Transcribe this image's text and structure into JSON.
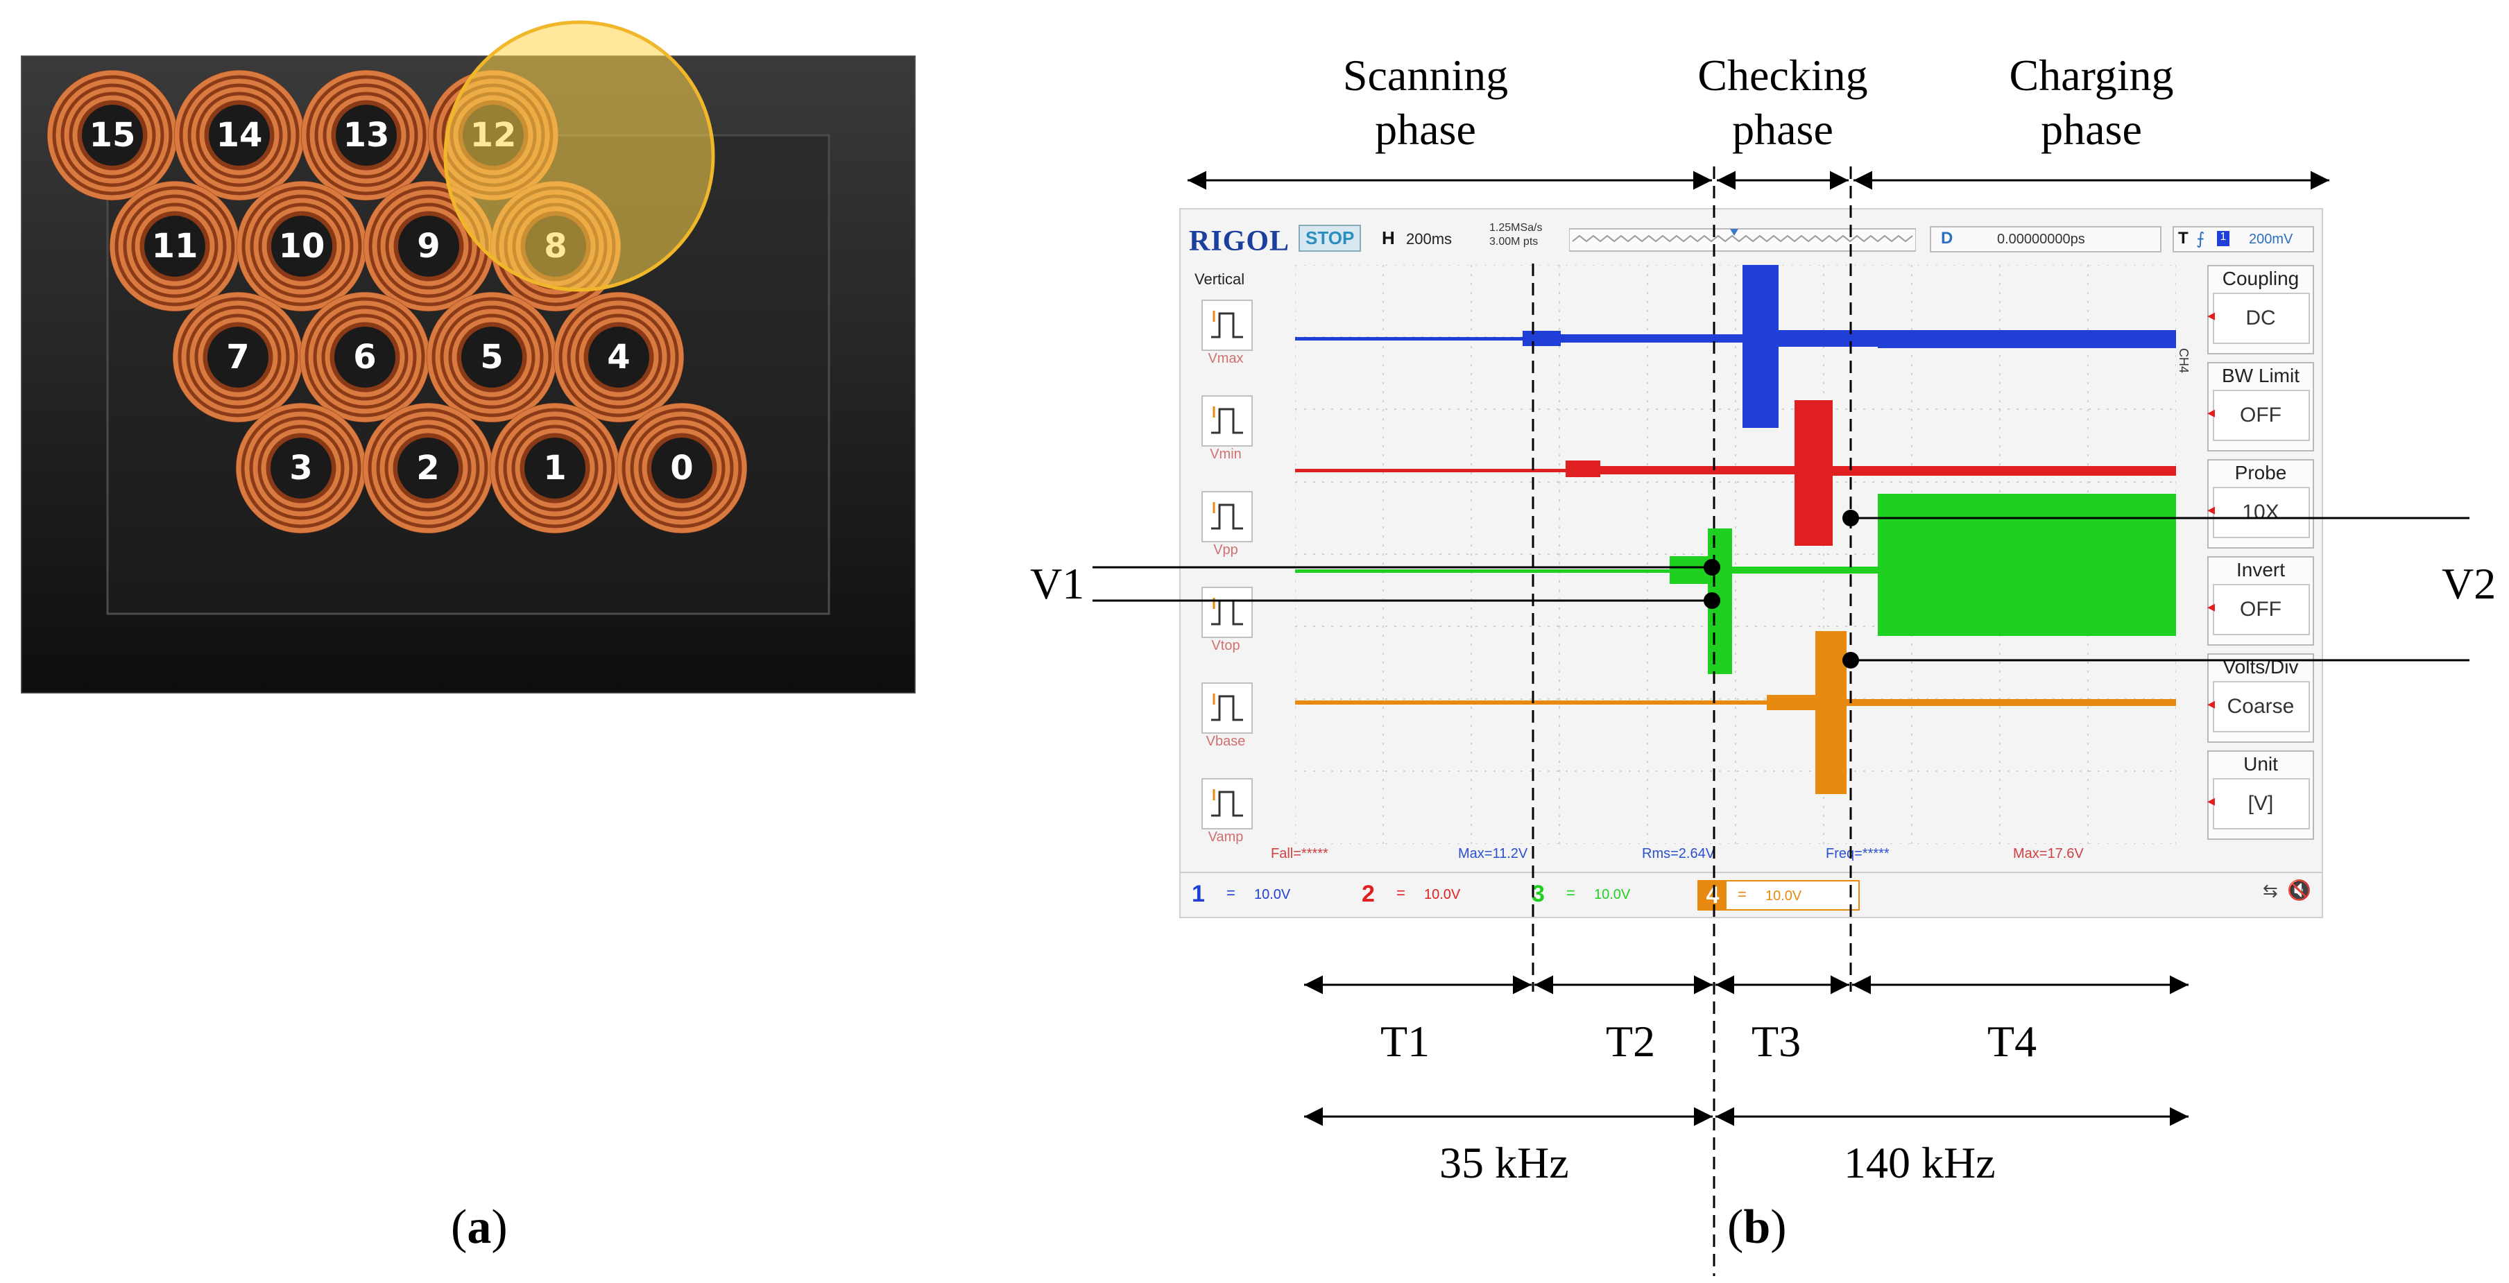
{
  "panel_a": {
    "caption_letter": "a",
    "coils": [
      {
        "label": "15",
        "row": 0,
        "col": 0
      },
      {
        "label": "14",
        "row": 0,
        "col": 1
      },
      {
        "label": "13",
        "row": 0,
        "col": 2
      },
      {
        "label": "12",
        "row": 0,
        "col": 3
      },
      {
        "label": "11",
        "row": 1,
        "col": 0
      },
      {
        "label": "10",
        "row": 1,
        "col": 1
      },
      {
        "label": "9",
        "row": 1,
        "col": 2
      },
      {
        "label": "8",
        "row": 1,
        "col": 3
      },
      {
        "label": "7",
        "row": 2,
        "col": 0
      },
      {
        "label": "6",
        "row": 2,
        "col": 1
      },
      {
        "label": "5",
        "row": 2,
        "col": 2
      },
      {
        "label": "4",
        "row": 2,
        "col": 3
      },
      {
        "label": "3",
        "row": 3,
        "col": 0
      },
      {
        "label": "2",
        "row": 3,
        "col": 1
      },
      {
        "label": "1",
        "row": 3,
        "col": 2
      },
      {
        "label": "0",
        "row": 3,
        "col": 3
      }
    ],
    "highlight_coil": "12",
    "colors": {
      "coil": "#c8632e",
      "frame": "#1e1e1e",
      "highlight": "#ffd54a"
    }
  },
  "panel_b": {
    "caption_letter": "b",
    "phases": [
      {
        "name": "Scanning\nphase"
      },
      {
        "name": "Checking\nphase"
      },
      {
        "name": "Charging\nphase"
      }
    ],
    "intervals": [
      "T1",
      "T2",
      "T3",
      "T4"
    ],
    "frequencies": [
      "35 kHz",
      "140 kHz"
    ],
    "v_labels": {
      "left": "V1",
      "right": "V2"
    },
    "scope": {
      "brand": "RIGOL",
      "status": "STOP",
      "h_label": "H",
      "timebase": "200ms",
      "sample_rate": "1.25MSa/s",
      "points": "3.00M pts",
      "delay_label": "D",
      "delay_value": "0.00000000ps",
      "trigger_level": "200mV",
      "vertical_title": "Vertical",
      "vertical_buttons": [
        "Vmax",
        "Vmin",
        "Vpp",
        "Vtop",
        "Vbase",
        "Vamp"
      ],
      "menu": [
        {
          "title": "Coupling",
          "value": "DC"
        },
        {
          "title": "BW Limit",
          "value": "OFF"
        },
        {
          "title": "Probe",
          "value": "10X"
        },
        {
          "title": "Invert",
          "value": "OFF"
        },
        {
          "title": "Volts/Div",
          "value": "Coarse"
        },
        {
          "title": "Unit",
          "value": "[V]"
        }
      ],
      "channel_tag": "CH4",
      "measurements": [
        "Fall=*****",
        "Max=11.2V",
        "Rms=2.64V",
        "Freq=*****",
        "Max=17.6V"
      ],
      "channels": [
        {
          "num": "1",
          "scale": "10.0V",
          "color": "#1f3fd6"
        },
        {
          "num": "2",
          "scale": "10.0V",
          "color": "#e02020"
        },
        {
          "num": "3",
          "scale": "10.0V",
          "color": "#20d020"
        },
        {
          "num": "4",
          "scale": "10.0V",
          "color": "#e88a10"
        }
      ]
    }
  }
}
